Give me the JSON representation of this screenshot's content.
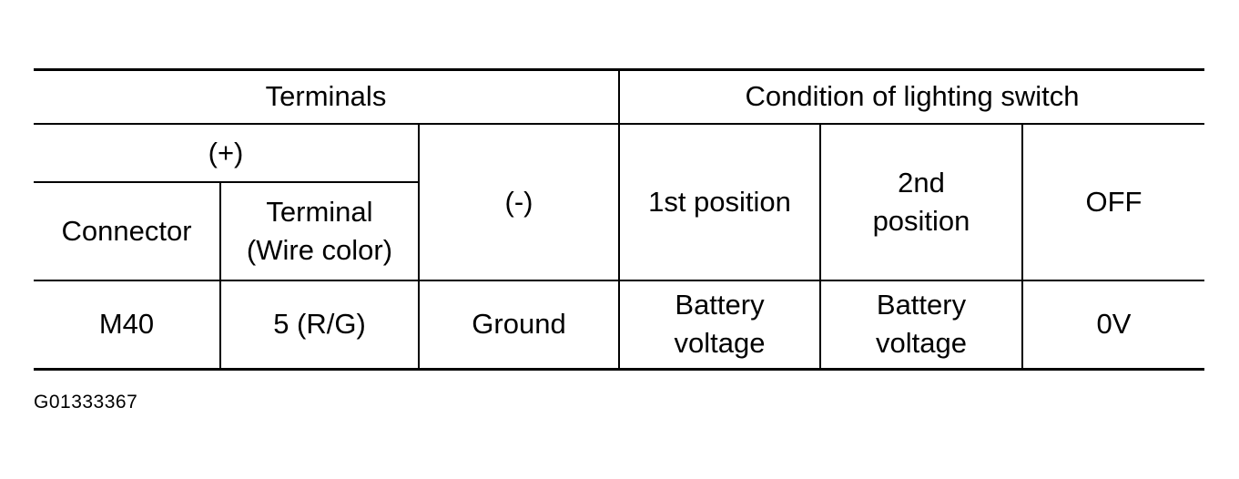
{
  "table": {
    "header": {
      "terminals": "Terminals",
      "condition": "Condition of lighting switch",
      "plus": "(+)",
      "minus": "(-)",
      "first_position": "1st position",
      "second_position": "2nd\nposition",
      "off": "OFF",
      "connector": "Connector",
      "terminal_wire": "Terminal\n(Wire color)"
    },
    "row": {
      "connector": "M40",
      "terminal": "5 (R/G)",
      "minus": "Ground",
      "first_position": "Battery\nvoltage",
      "second_position": "Battery\nvoltage",
      "off": "0V"
    }
  },
  "figure_code": "G01333367"
}
